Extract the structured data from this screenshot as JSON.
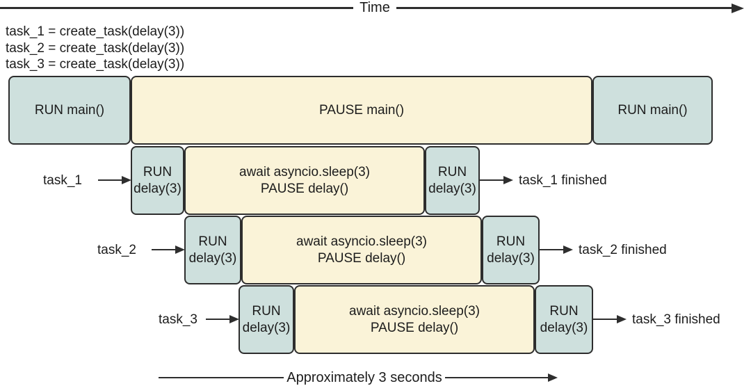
{
  "timeline": {
    "time_label": "Time",
    "duration_label": "Approximately 3 seconds"
  },
  "code_block": {
    "line1": "task_1 = create_task(delay(3))",
    "line2": "task_2 = create_task(delay(3))",
    "line3": "task_3 = create_task(delay(3))"
  },
  "main_row": {
    "run_start": "RUN main()",
    "pause": "PAUSE main()",
    "run_end": "RUN main()"
  },
  "tasks": [
    {
      "label": "task_1",
      "run_line1": "RUN",
      "run_line2": "delay(3)",
      "await_line1": "await asyncio.sleep(3)",
      "await_line2": "PAUSE delay()",
      "finished": "task_1 finished"
    },
    {
      "label": "task_2",
      "run_line1": "RUN",
      "run_line2": "delay(3)",
      "await_line1": "await asyncio.sleep(3)",
      "await_line2": "PAUSE delay()",
      "finished": "task_2 finished"
    },
    {
      "label": "task_3",
      "run_line1": "RUN",
      "run_line2": "delay(3)",
      "await_line1": "await asyncio.sleep(3)",
      "await_line2": "PAUSE delay()",
      "finished": "task_3 finished"
    }
  ],
  "colors": {
    "run_fill": "#cee0dd",
    "pause_fill": "#faf3d8",
    "border": "#2d2d2d",
    "arrow": "#2e2e2e"
  }
}
